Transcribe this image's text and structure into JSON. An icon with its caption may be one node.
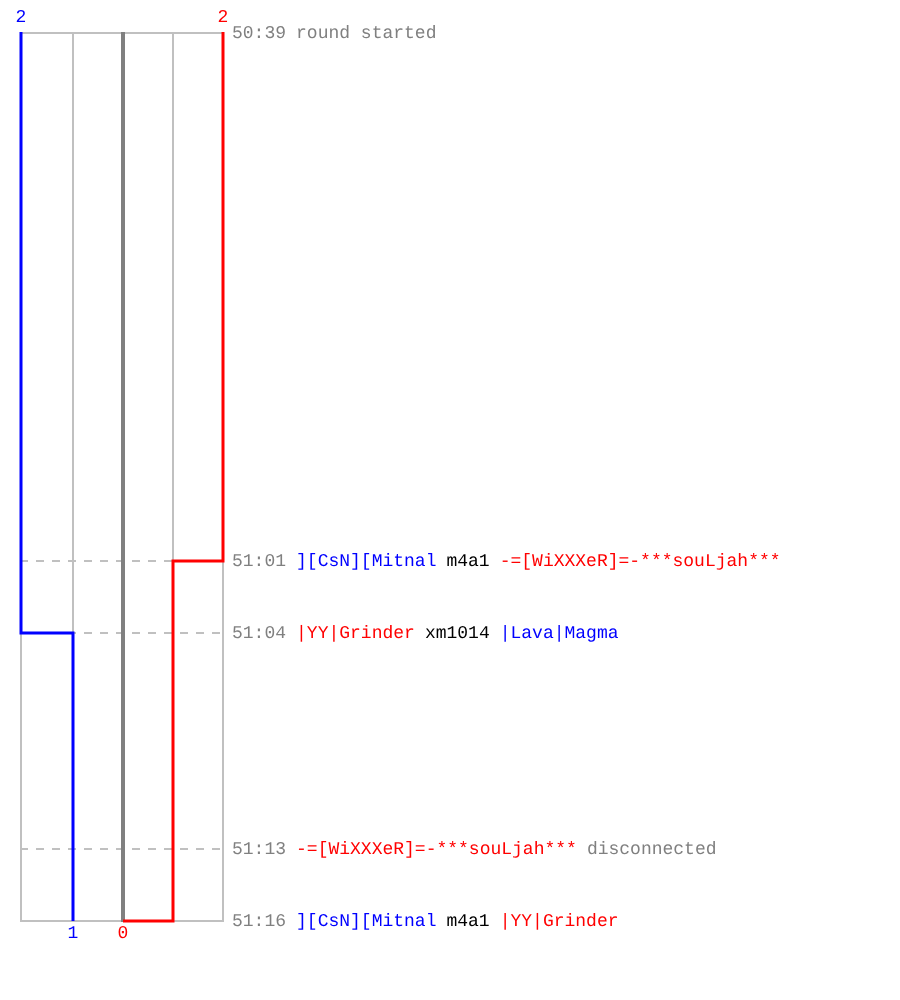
{
  "diagram": {
    "labels": [
      "2",
      "2",
      "50:39",
      "round started",
      "51:01",
      "][CsN][Mitnal",
      "m4a1",
      "-=[WiXXXeR]=-***souLjah***",
      "51:04",
      "|YY|Grinder",
      "xm1014",
      "|Lava|Magma",
      "51:13",
      "-=[WiXXXeR]=-***souLjah***",
      "disconnected",
      "51:16",
      "][CsN][Mitnal",
      "m4a1",
      "|YY|Grinder",
      "1",
      "0"
    ]
  }
}
